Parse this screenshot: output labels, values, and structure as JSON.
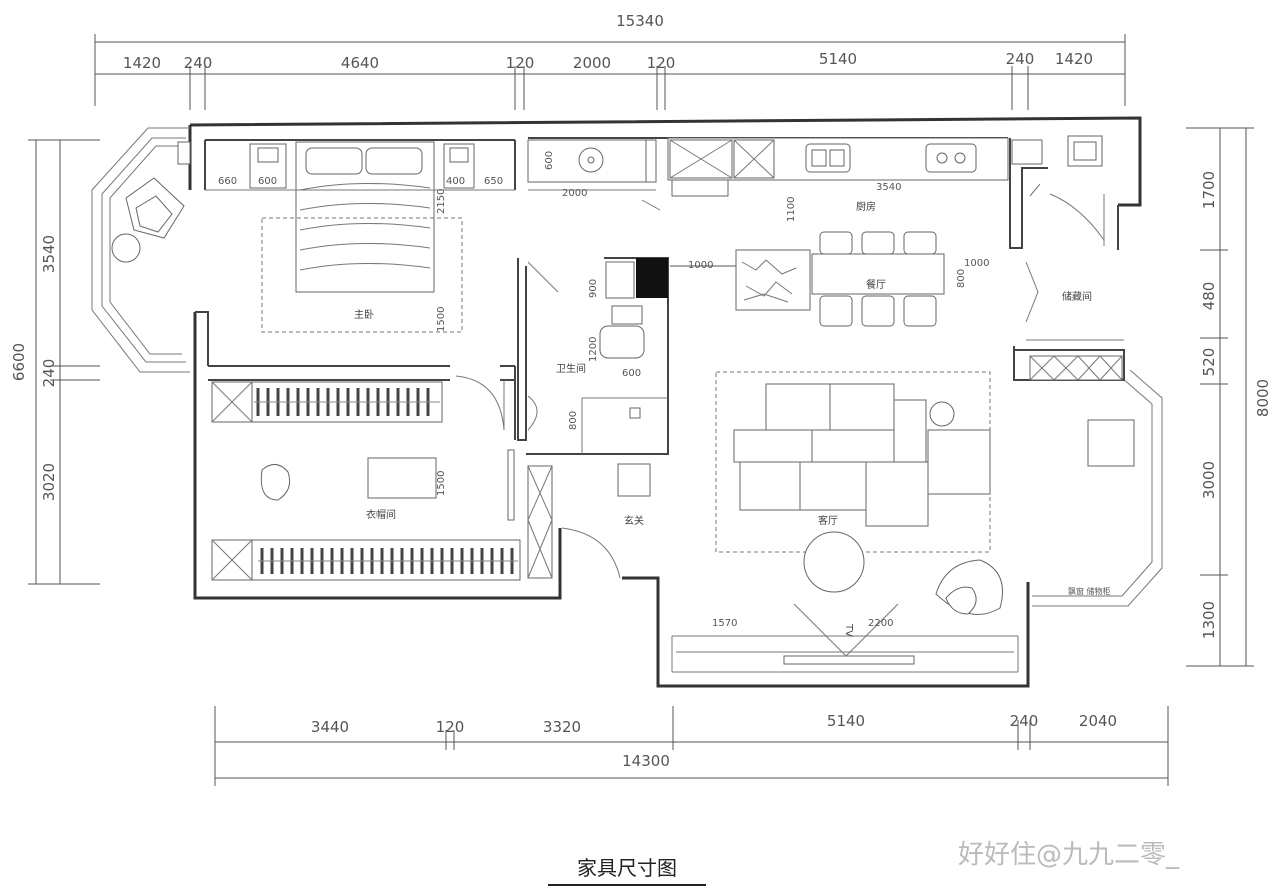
{
  "plan": {
    "top_dims": {
      "overall": "15340",
      "segments": [
        "1420",
        "240",
        "4640",
        "120",
        "2000",
        "120",
        "5140",
        "240",
        "1420"
      ]
    },
    "bottom_dims": {
      "overall": "14300",
      "segments": [
        "3440",
        "120",
        "3320",
        "5140",
        "240",
        "2040"
      ]
    },
    "left_dims": {
      "overall": "6600",
      "segments": [
        "3540",
        "240",
        "3020"
      ]
    },
    "right_dims": {
      "overall": "8000",
      "segments": [
        "1700",
        "480",
        "520",
        "3000",
        "1300"
      ]
    },
    "inner_dims": {
      "bed_left": "660",
      "bed_nightstand_l": "600",
      "bed_nightstand_r": "400",
      "bed_right": "650",
      "bed_depth": "2150",
      "bed_width": "1500",
      "bath_counter_d": "600",
      "bath_counter_w": "2000",
      "kitchen_len": "3540",
      "kitchen_gap": "1100",
      "island": "1000",
      "dining_w": "1000",
      "dining_d": "800",
      "bath_900": "900",
      "bath_1200": "1200",
      "bath_600": "600",
      "bath_800": "800",
      "desk_w": "1500",
      "balcony_1": "1570",
      "balcony_2": "2200"
    },
    "rooms": {
      "master_bedroom": "主卧",
      "study": "衣帽间",
      "bathroom": "卫生间",
      "kitchen": "厨房",
      "dining": "餐厅",
      "living": "客厅",
      "entry": "玄关",
      "storage": "储藏间",
      "tv": "TV",
      "balcony_note": "飘窗 储物柜"
    }
  },
  "caption": "家具尺寸图",
  "watermark": "好好住@九九二零_"
}
